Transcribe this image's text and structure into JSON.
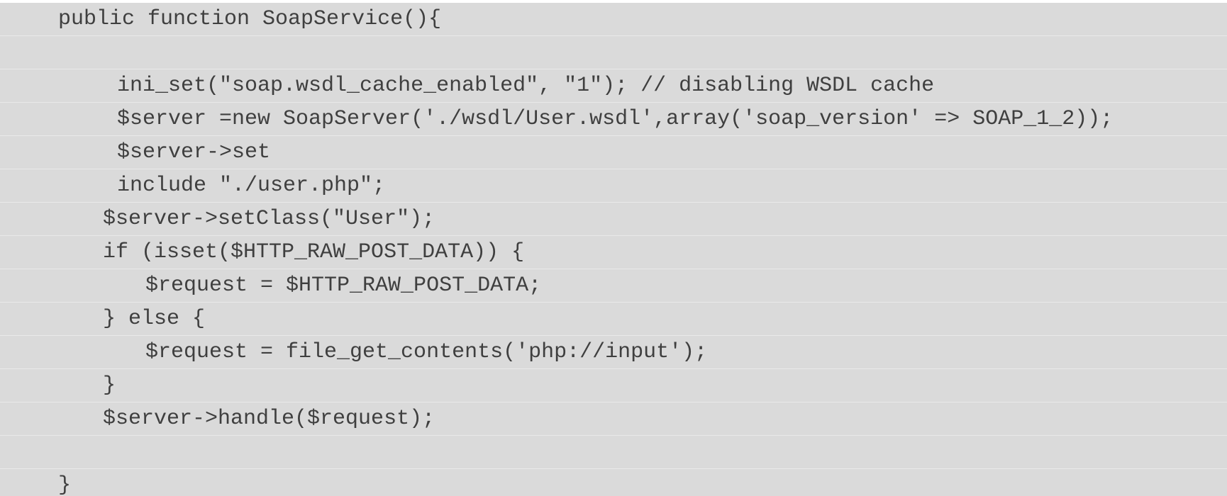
{
  "code": {
    "line_01": "public function SoapService(){",
    "line_02": "",
    "line_03": "ini_set(\"soap.wsdl_cache_enabled\", \"1\"); // disabling WSDL cache",
    "line_04": "$server =new SoapServer('./wsdl/User.wsdl',array('soap_version' => SOAP_1_2));",
    "line_05": "$server->set",
    "line_06": "include \"./user.php\";",
    "line_07": "$server->setClass(\"User\");",
    "line_08": "if (isset($HTTP_RAW_POST_DATA)) {",
    "line_09": "$request = $HTTP_RAW_POST_DATA;",
    "line_10": "} else {",
    "line_11": "$request = file_get_contents('php://input');",
    "line_12": "}",
    "line_13": "$server->handle($request);",
    "line_14": "",
    "line_15": "}"
  }
}
